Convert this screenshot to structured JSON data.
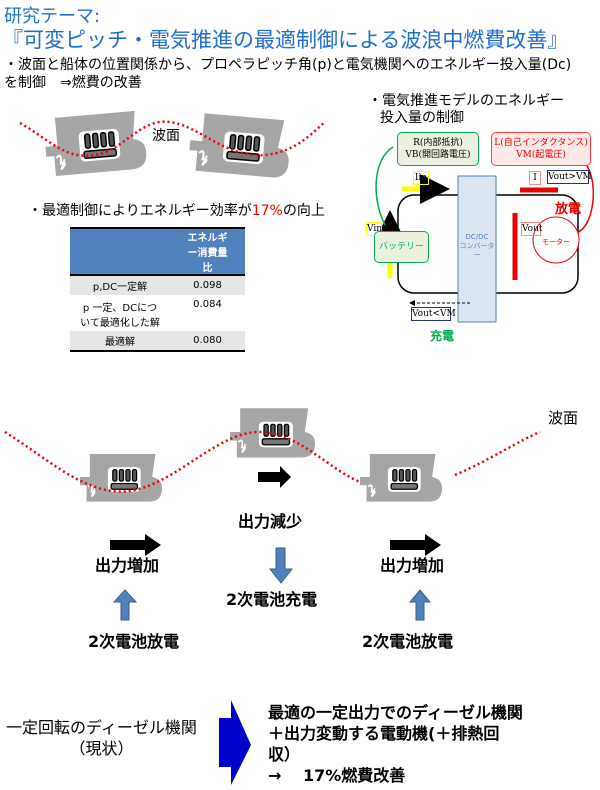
{
  "header": {
    "title_line1": "研究テーマ:",
    "title_line2": "『可変ピッチ・電気推進の最適制御による波浪中燃費改善』",
    "accent_color": "#1f6fd0"
  },
  "intro": {
    "line1": "・波面と船体の位置関係から、プロペラピッチ角(p)と電気機関へのエネルギー投入量(Dc)",
    "line2": "を制御　⇒燃費の改善"
  },
  "top_figure": {
    "wave_label": "波面"
  },
  "efficiency": {
    "text_before": "・最適制御によりエネルギー効率が",
    "highlight": "17%",
    "text_after": "の向上",
    "highlight_color": "#ff0000"
  },
  "table": {
    "header": [
      "",
      "エネルギー消費量比"
    ],
    "rows": [
      {
        "label": "p,DC一定解",
        "value": "0.098"
      },
      {
        "label": "p 一定、DCについて最適化した解",
        "value": "0.084"
      },
      {
        "label": "最適解",
        "value": "0.080"
      }
    ],
    "header_color": "#4f81bd"
  },
  "circuit": {
    "title_line1": "・電気推進モデルのエネルギー",
    "title_line2": "投入量の制御",
    "battery_params_1": "R(内部抵抗)",
    "battery_params_2": "VB(開回路電圧)",
    "motor_params_1": "L(自己インダクタンス)",
    "motor_params_2": "VM(起電圧)",
    "i_in": "Iin",
    "i": "I",
    "vout_gt": "Vout>VM",
    "vout_lt": "Vout<VM",
    "v_in": "Vin",
    "v_out": "Vout",
    "battery": "バッテリー",
    "converter_1": "DC/DC",
    "converter_2": "コンバーター",
    "motor": "モーター",
    "discharge": "放電",
    "charge": "充電"
  },
  "sequence": {
    "wave_label": "波面",
    "steps": [
      {
        "action": "出力増加",
        "battery": "2次電池放電"
      },
      {
        "action": "出力減少",
        "battery": "2次電池充電"
      },
      {
        "action": "出力増加",
        "battery": "2次電池放電"
      }
    ]
  },
  "comparison": {
    "current_line1": "一定回転のディーゼル機関",
    "current_line2": "（現状）",
    "proposed_line1": "最適の一定出力でのディーゼル機関",
    "proposed_line2": "＋出力変動する電動機(＋排熱回",
    "proposed_line3": "収）",
    "proposed_line4": "→　 17%燃費改善",
    "arrow_color": "#0000cc"
  }
}
